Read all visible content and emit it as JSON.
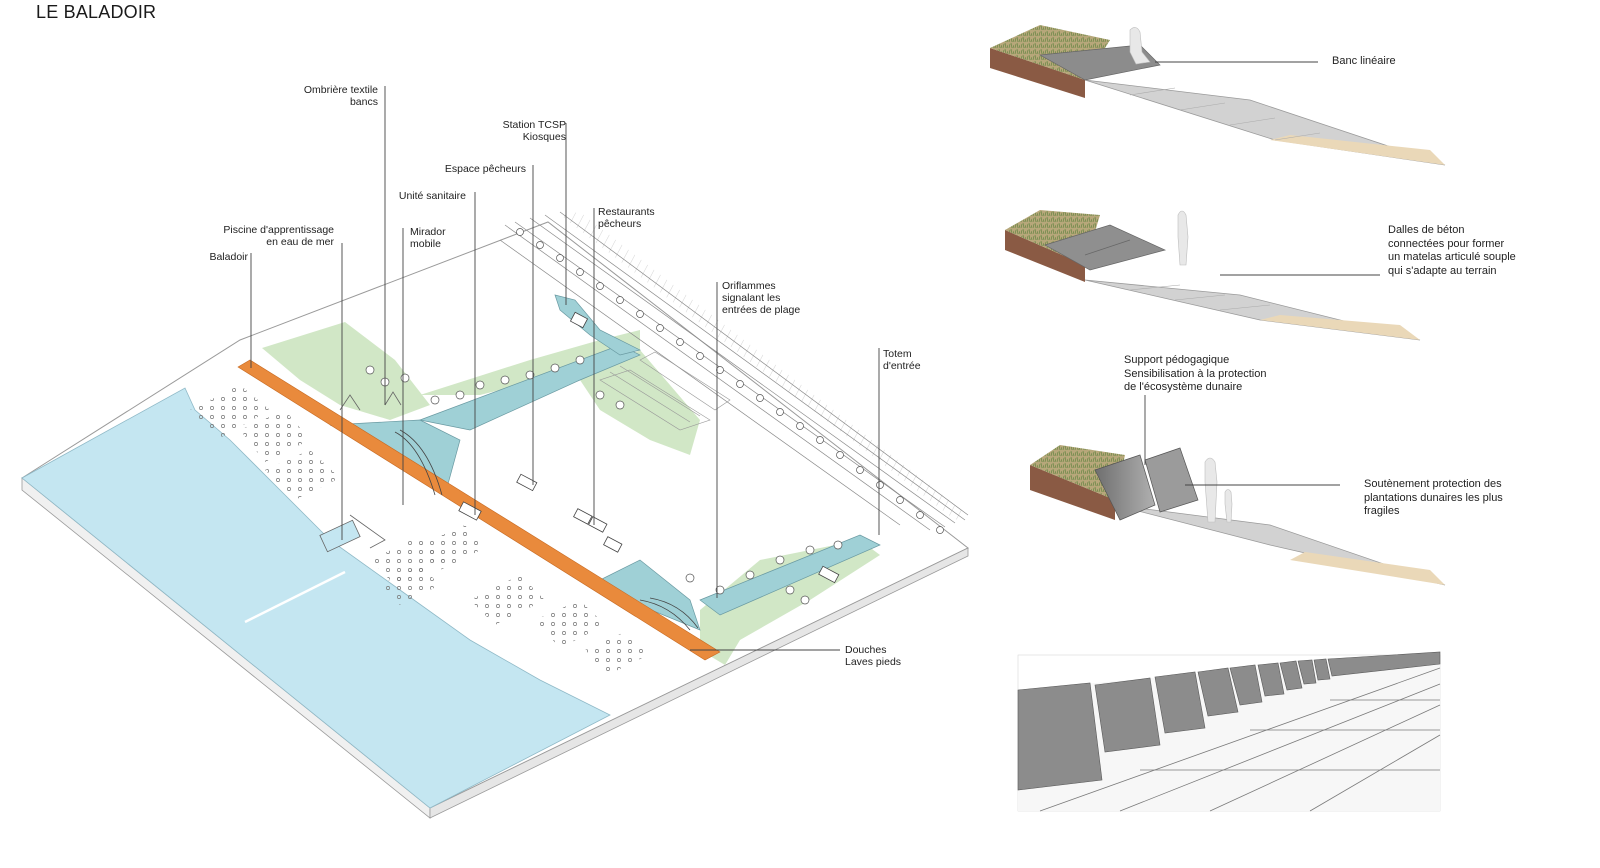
{
  "title": "LE BALADOIR",
  "plan_labels": {
    "ombriere": [
      "Ombrière textile",
      "bancs"
    ],
    "station": [
      "Station TCSP",
      "Kiosques"
    ],
    "pecheurs": [
      "Espace pêcheurs"
    ],
    "sanitaire": [
      "Unité sanitaire"
    ],
    "restaurants": [
      "Restaurants",
      "pêcheurs"
    ],
    "piscine": [
      "Piscine d'apprentissage",
      "en eau de mer"
    ],
    "mirador": [
      "Mirador",
      "mobile"
    ],
    "baladoir": [
      "Baladoir"
    ],
    "oriflammes": [
      "Oriflammes",
      "signalant les",
      "entrées de plage"
    ],
    "totem": [
      "Totem",
      "d'entrée"
    ],
    "douches": [
      "Douches",
      "Laves pieds"
    ]
  },
  "detail_labels": {
    "banc": [
      "Banc linéaire"
    ],
    "dalles": [
      "Dalles de béton",
      "connectées pour former",
      "un matelas articulé souple",
      "qui s'adapte au terrain"
    ],
    "support": [
      "Support pédogagique",
      "Sensibilisation à la protection",
      "de l'écosystème dunaire"
    ],
    "soutenement": [
      "Soutènement protection des",
      "plantations dunaires les plus",
      "fragiles"
    ]
  },
  "colors": {
    "sea": "#c4e6f1",
    "promenade": "#e98a3c",
    "plaza": "#9fd0d6",
    "green": "#cfe6c3",
    "paving": "#cfcfcf",
    "sand": "#ead8b8",
    "soil": "#8a5a44"
  }
}
